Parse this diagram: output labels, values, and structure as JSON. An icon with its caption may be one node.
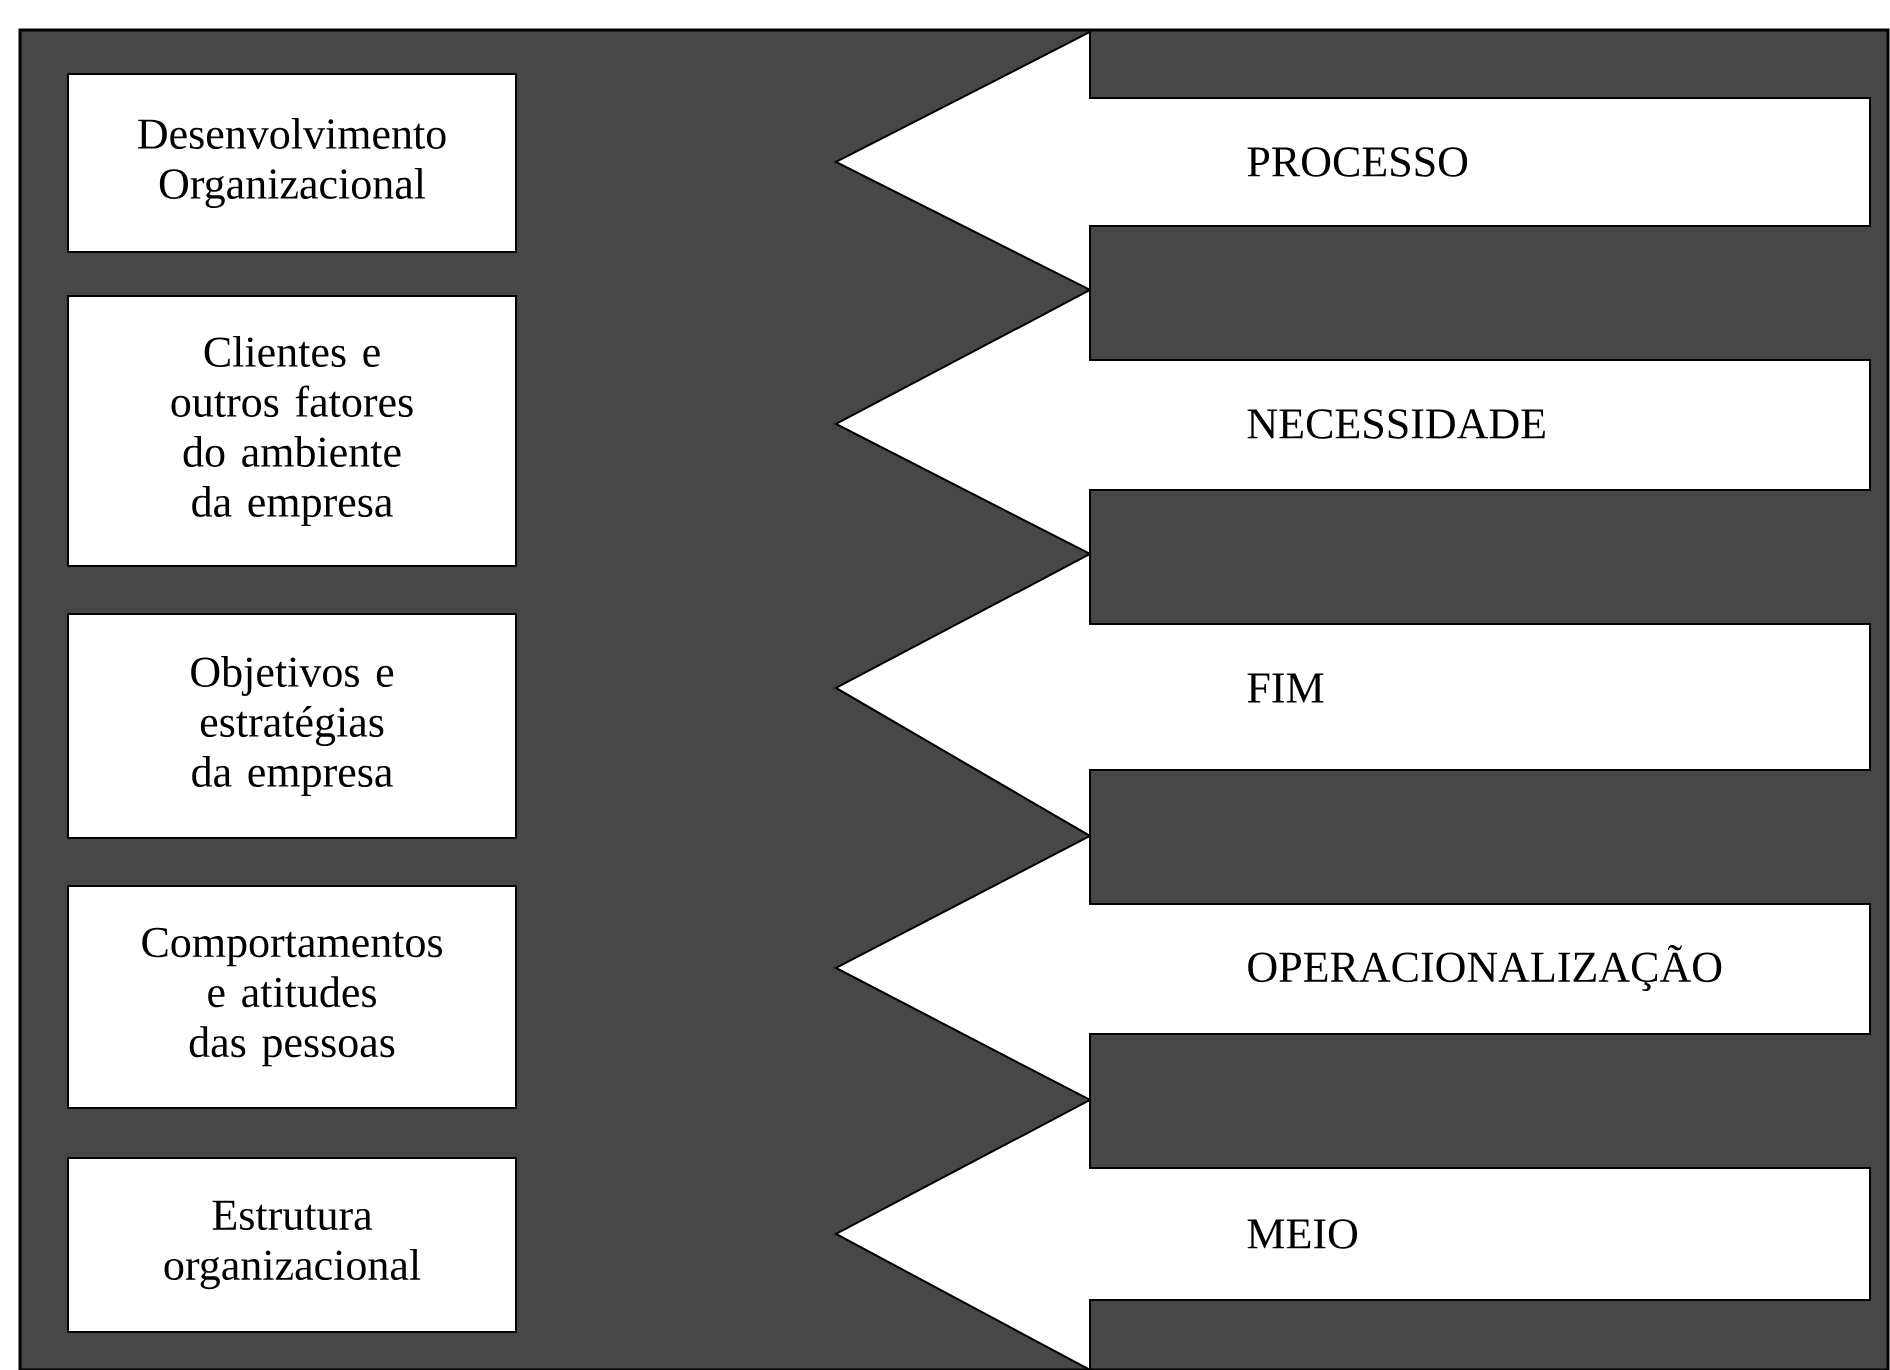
{
  "diagram": {
    "nodes": [
      {
        "text": [
          "Desenvolvimento Organizacional"
        ]
      },
      {
        "text": [
          "Clientes e outros fatores do ambiente da empresa"
        ]
      },
      {
        "text": [
          "Objetivos e estratégias da empresa"
        ]
      },
      {
        "text": [
          "Comportamentos e atitudes das pessoas"
        ]
      },
      {
        "text": [
          "Estrutura organizacional"
        ]
      },
      {
        "text": [
          "PROCESSO"
        ]
      },
      {
        "text": [
          "NECESSIDADE"
        ]
      },
      {
        "text": [
          "FIM"
        ]
      },
      {
        "text": [
          "OPERACIONALIZAÇÃO"
        ]
      },
      {
        "text": [
          "MEIO"
        ]
      }
    ]
  }
}
